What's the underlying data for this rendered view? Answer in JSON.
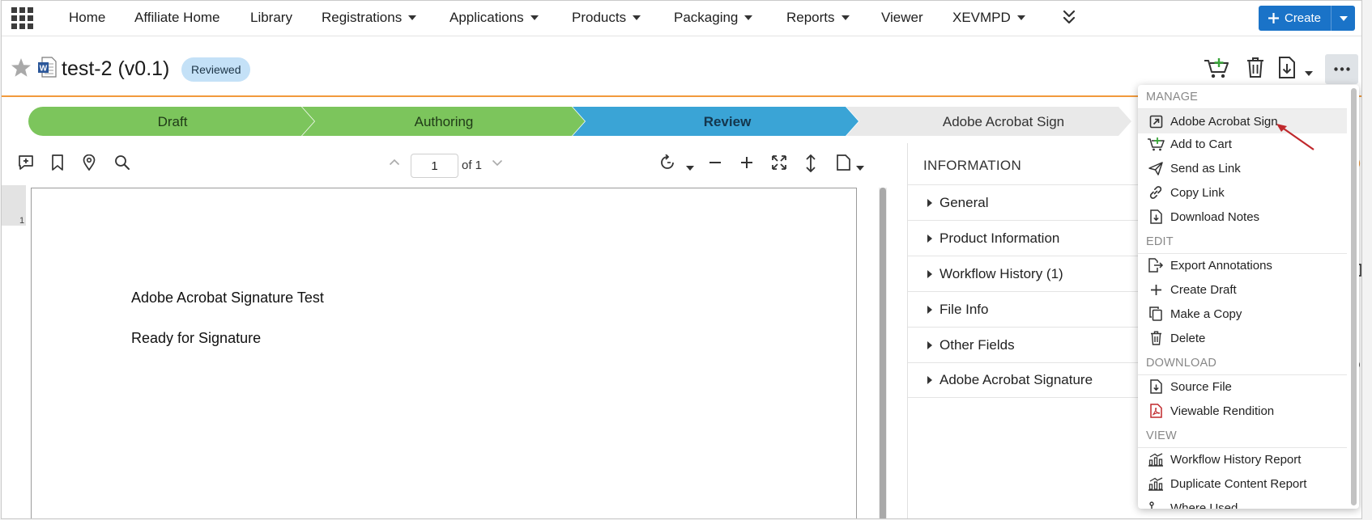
{
  "nav": {
    "items": [
      {
        "label": "Home",
        "has_caret": false
      },
      {
        "label": "Affiliate Home",
        "has_caret": false
      },
      {
        "label": "Library",
        "has_caret": false
      },
      {
        "label": "Registrations",
        "has_caret": true
      },
      {
        "label": "Applications",
        "has_caret": true
      },
      {
        "label": "Products",
        "has_caret": true
      },
      {
        "label": "Packaging",
        "has_caret": true
      },
      {
        "label": "Reports",
        "has_caret": true
      },
      {
        "label": "Viewer",
        "has_caret": false
      },
      {
        "label": "XEVMPD",
        "has_caret": true
      }
    ],
    "create_label": "Create"
  },
  "document": {
    "title": "test-2 (v0.1)",
    "status": "Reviewed"
  },
  "workflow": {
    "stages": [
      {
        "label": "Draft",
        "state": "done"
      },
      {
        "label": "Authoring",
        "state": "done"
      },
      {
        "label": "Review",
        "state": "current"
      },
      {
        "label": "Adobe Acrobat Sign",
        "state": "pending"
      }
    ]
  },
  "viewer": {
    "page_current": "1",
    "page_total_text": "of 1",
    "thumb_page": "1",
    "content_lines": [
      "Adobe Acrobat Signature Test",
      "Ready for Signature"
    ]
  },
  "info_panel": {
    "header": "INFORMATION",
    "sections": [
      "General",
      "Product Information",
      "Workflow History (1)",
      "File Info",
      "Other Fields",
      "Adobe Acrobat Signature"
    ]
  },
  "menu": {
    "sections": [
      {
        "title": "MANAGE",
        "items": [
          {
            "label": "Adobe Acrobat Sign",
            "icon": "external-link-icon",
            "highlighted": true
          },
          {
            "label": "Add to Cart",
            "icon": "add-to-cart-icon"
          },
          {
            "label": "Send as Link",
            "icon": "paper-plane-icon"
          },
          {
            "label": "Copy Link",
            "icon": "link-icon"
          },
          {
            "label": "Download Notes",
            "icon": "download-file-icon"
          }
        ]
      },
      {
        "title": "EDIT",
        "items": [
          {
            "label": "Export Annotations",
            "icon": "export-icon"
          },
          {
            "label": "Create Draft",
            "icon": "plus-icon"
          },
          {
            "label": "Make a Copy",
            "icon": "copy-icon"
          },
          {
            "label": "Delete",
            "icon": "trash-icon"
          }
        ]
      },
      {
        "title": "DOWNLOAD",
        "items": [
          {
            "label": "Source File",
            "icon": "download-file-icon"
          },
          {
            "label": "Viewable Rendition",
            "icon": "pdf-icon"
          }
        ]
      },
      {
        "title": "VIEW",
        "items": [
          {
            "label": "Workflow History Report",
            "icon": "report-chart-icon"
          },
          {
            "label": "Duplicate Content Report",
            "icon": "report-chart-icon"
          },
          {
            "label": "Where Used",
            "icon": "hierarchy-icon"
          }
        ]
      }
    ]
  },
  "colors": {
    "accent_blue": "#1a73c8",
    "stage_done": "#7cc55c",
    "stage_current": "#3aa4d6",
    "stage_pending": "#e9e9e9",
    "status_badge": "#c4e1f7",
    "header_rule": "#f29a3c",
    "annotation_arrow": "#c0282c"
  }
}
